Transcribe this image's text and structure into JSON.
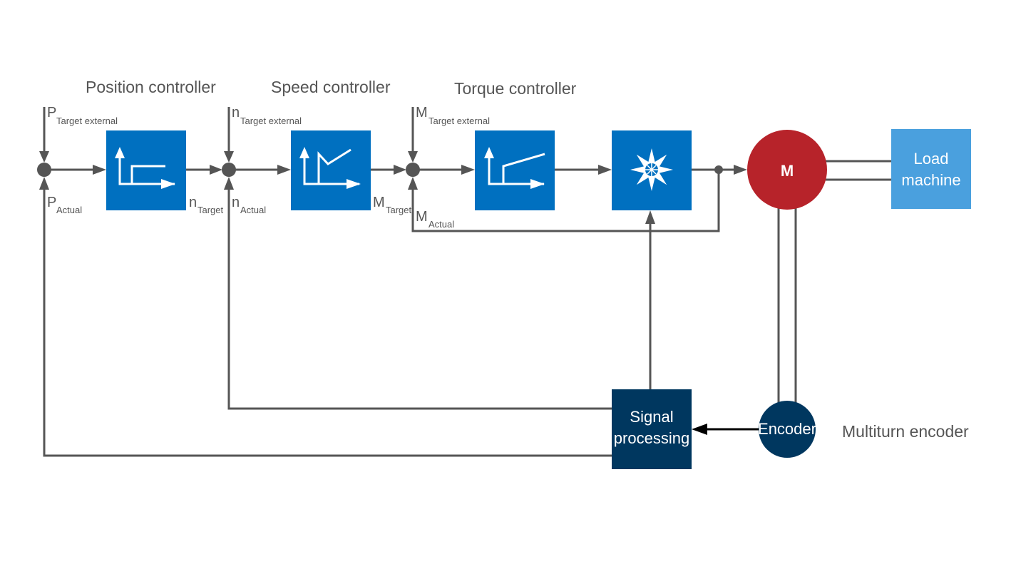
{
  "titles": {
    "position": "Position controller",
    "speed": "Speed controller",
    "torque": "Torque controller"
  },
  "signals": {
    "p_target_ext": {
      "main": "P",
      "sub": "Target external"
    },
    "p_actual": {
      "main": "P",
      "sub": "Actual"
    },
    "n_target_ext": {
      "main": "n",
      "sub": "Target external"
    },
    "n_target": {
      "main": "n",
      "sub": "Target"
    },
    "n_actual": {
      "main": "n",
      "sub": "Actual"
    },
    "m_target_ext": {
      "main": "M",
      "sub": "Target external"
    },
    "m_target": {
      "main": "M",
      "sub": "Target"
    },
    "m_actual": {
      "main": "M",
      "sub": "Actual"
    }
  },
  "motor": {
    "label": "M"
  },
  "load": {
    "line1": "Load",
    "line2": "machine"
  },
  "signal_processing": {
    "line1": "Signal",
    "line2": "processing"
  },
  "encoder": {
    "label": "Encoder",
    "caption": "Multiturn encoder"
  },
  "colors": {
    "controller_block": "#0070c0",
    "motor": "#b7232a",
    "load": "#4aa0de",
    "dark_block": "#00375f",
    "wire": "#555555"
  },
  "icons": {
    "position": "step-response-icon",
    "speed": "ramp-response-icon",
    "torque": "slope-response-icon",
    "converter": "star-converter-icon"
  }
}
